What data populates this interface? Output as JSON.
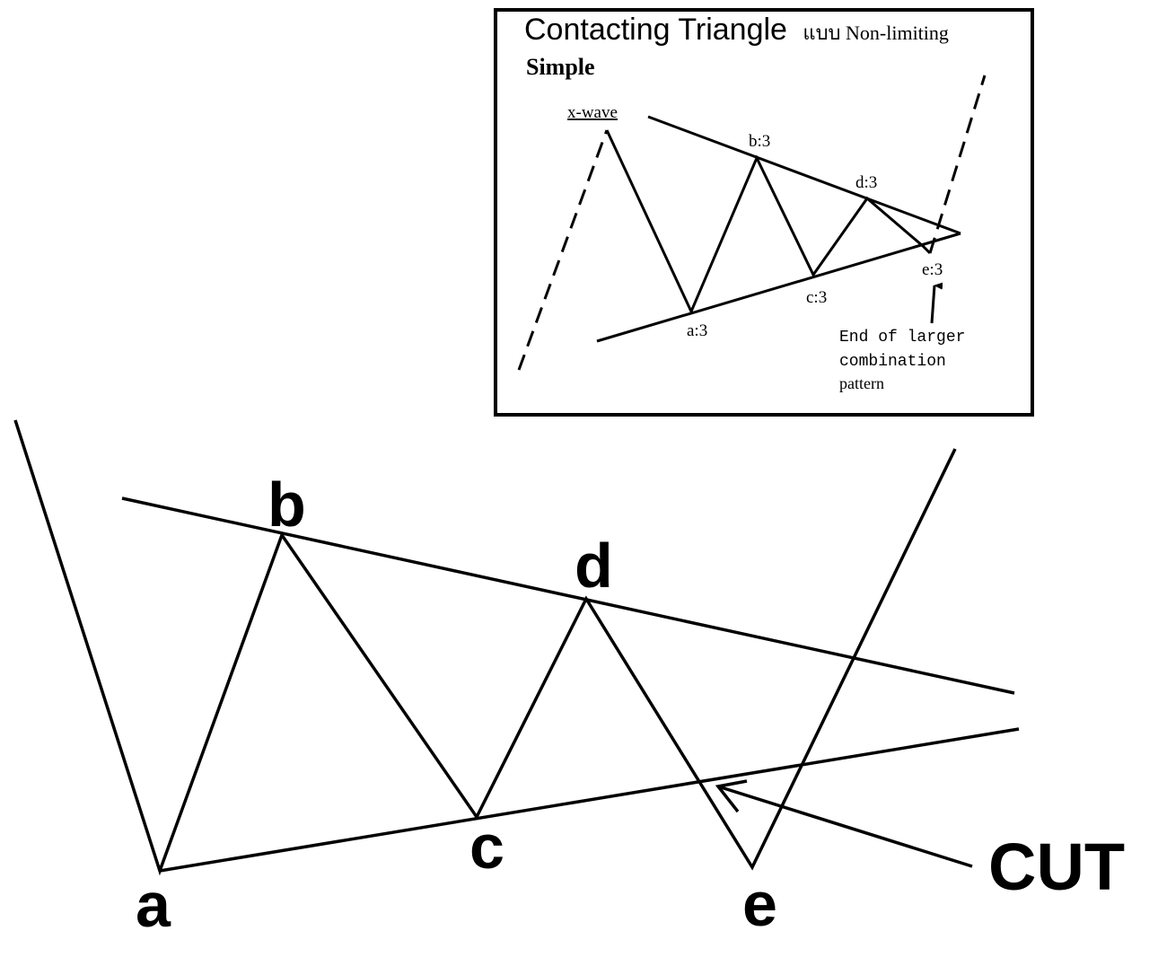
{
  "inset": {
    "title": "Contacting Triangle",
    "title_suffix": "แบบ Non-limiting",
    "subtitle": "Simple",
    "labels": {
      "x_wave": "x-wave",
      "a": "a:3",
      "b": "b:3",
      "c": "c:3",
      "d": "d:3",
      "e": "e:3"
    },
    "note_lines": [
      "End of larger",
      "combination",
      "pattern"
    ]
  },
  "main": {
    "labels": {
      "a": "a",
      "b": "b",
      "c": "c",
      "d": "d",
      "e": "e"
    },
    "cut_label": "CUT"
  },
  "colors": {
    "line": "#000000",
    "background": "#ffffff"
  }
}
